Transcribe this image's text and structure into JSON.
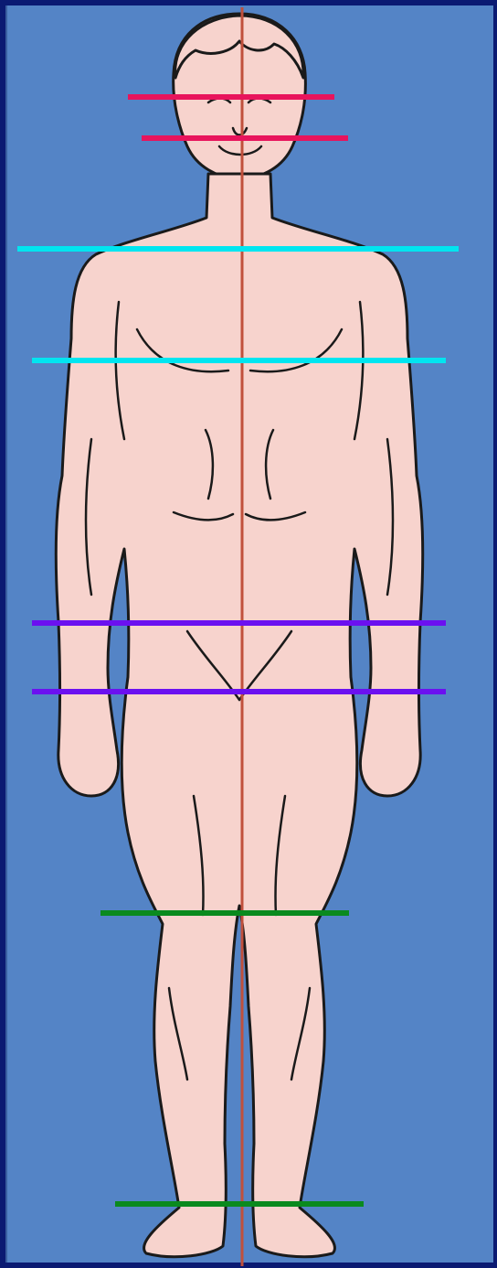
{
  "figure": {
    "subject": "standing-human-figure-front-view",
    "colors": {
      "frame": "#0b1a72",
      "background": "#5484c6",
      "skin": "#f7d3cd",
      "outline": "#1a1a1a",
      "midline": "#c0503c"
    }
  },
  "reference_lines": [
    {
      "name": "eye-line",
      "color": "#e8145c"
    },
    {
      "name": "mouth-line",
      "color": "#e8145c"
    },
    {
      "name": "shoulder-line",
      "color": "#00e5f0"
    },
    {
      "name": "chest-line",
      "color": "#00e5f0"
    },
    {
      "name": "hip-line",
      "color": "#6b10f0"
    },
    {
      "name": "groin-line",
      "color": "#6b10f0"
    },
    {
      "name": "knee-line",
      "color": "#0a8a1e"
    },
    {
      "name": "ankle-line",
      "color": "#0a8a1e"
    }
  ]
}
